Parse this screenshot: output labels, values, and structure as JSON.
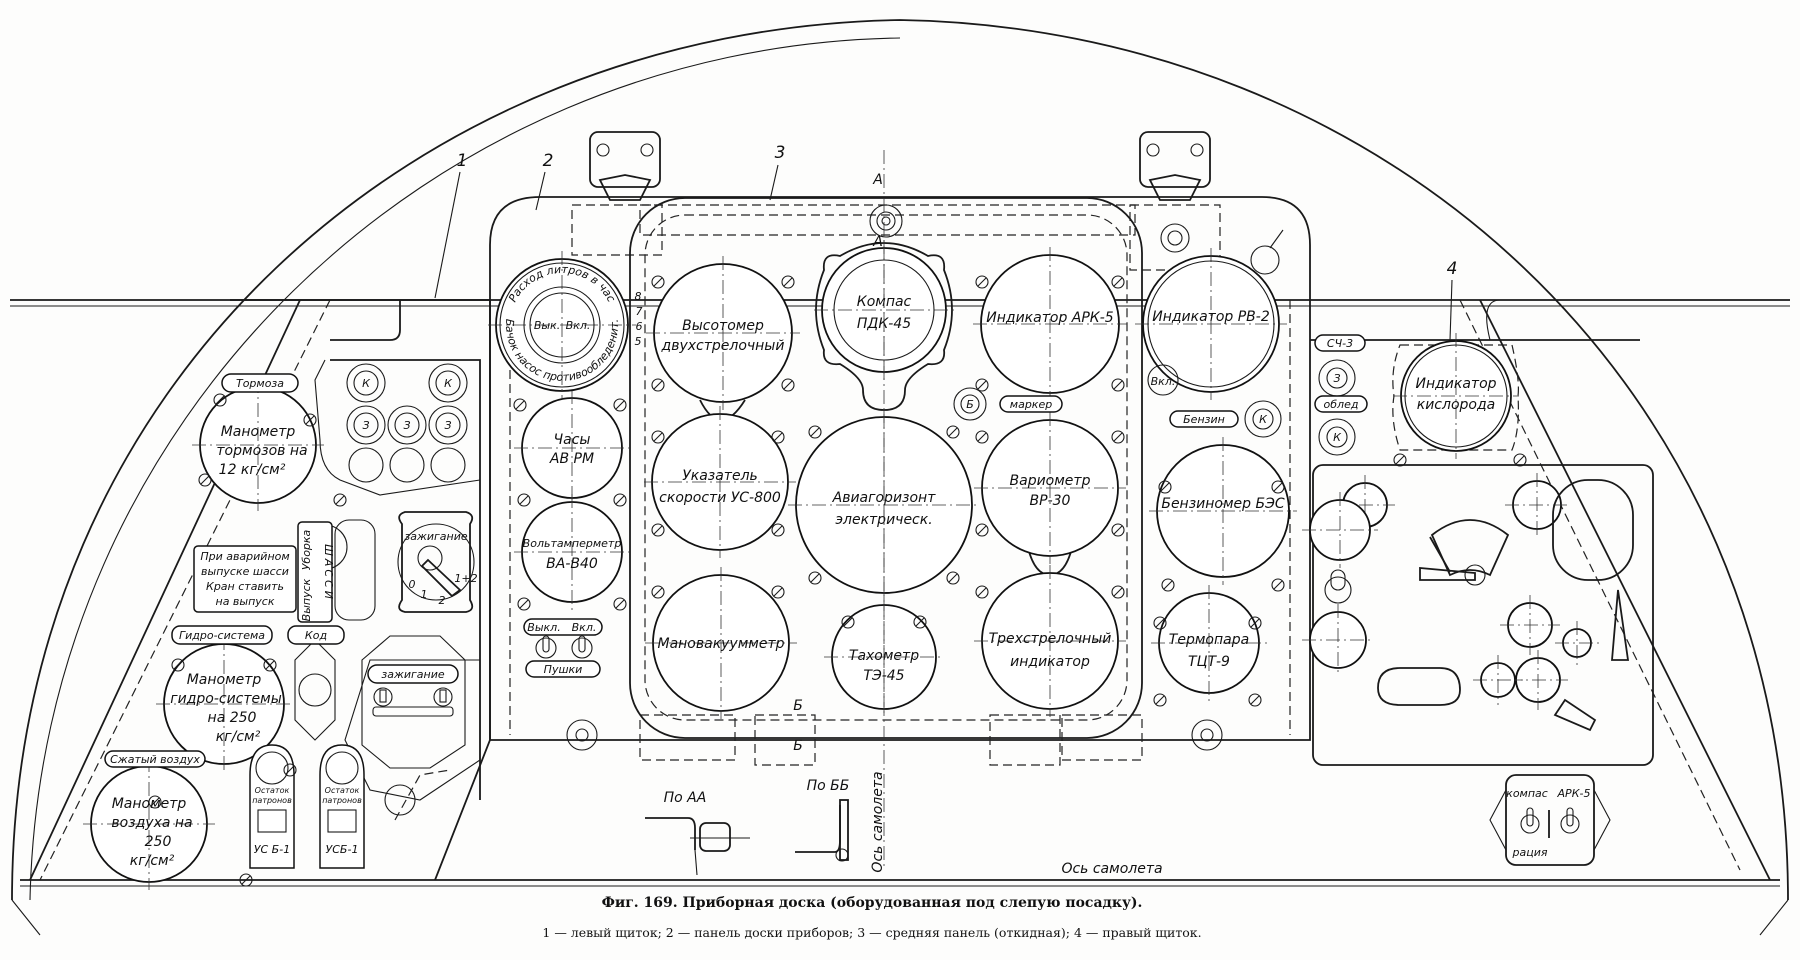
{
  "figure": {
    "caption": "Фиг. 169. Приборная доска (оборудованная под слепую посадку).",
    "legend": "1 — левый щиток; 2 — панель доски приборов; 3 — средняя панель (откидная); 4 — правый щиток."
  },
  "callouts": {
    "left_panel": "1",
    "instrument_panel": "2",
    "middle_panel": "3",
    "right_panel": "4"
  },
  "sections": {
    "a_top": "А",
    "a_bottom": "А",
    "b_top": "Б",
    "b_bottom": "Б",
    "view_aa": "По АА",
    "view_bb": "По ББ"
  },
  "axes": {
    "vertical": "Ось самолета",
    "horizontal": "Ось самолета"
  },
  "instruments": {
    "altimeter": {
      "line1": "Высотомер",
      "line2": "двухстрелочный"
    },
    "compass": {
      "line1": "Компас",
      "line2": "ПДК-45"
    },
    "ark5": {
      "line1": "Индикатор АРК-5"
    },
    "rv2": {
      "line1": "Индикатор РВ-2"
    },
    "clock": {
      "line1": "Часы",
      "line2": "АВ РМ"
    },
    "voltammeter": {
      "line1": "Вольтамперметр",
      "line2": "ВА-В40"
    },
    "airspeed": {
      "line1": "Указатель",
      "line2": "скорости УС-800"
    },
    "horizon": {
      "line1": "Авиагоризонт",
      "line2": "электрическ."
    },
    "variometer": {
      "line1": "Вариометр",
      "line2": "ВР-30"
    },
    "fuel_gauge": {
      "line1": "Бензиномер БЭС"
    },
    "manifold": {
      "line1": "Мановакуумметр"
    },
    "tachometer": {
      "line1": "Тахометр",
      "line2": "ТЭ-45"
    },
    "three_needle": {
      "line1": "Трехстрелочный",
      "line2": "индикатор"
    },
    "thermocouple": {
      "line1": "Термопара",
      "line2": "ТЦТ-9"
    },
    "brake_gauge": {
      "line1": "Манометр",
      "line2": "тормозов на",
      "line3": "12 кг/см²"
    },
    "hydro_gauge": {
      "line1": "Манометр",
      "line2": "гидро-системы",
      "line3": "на 250",
      "line4": "кг/см²"
    },
    "air_gauge": {
      "line1": "Манометр",
      "line2": "воздуха на",
      "line3": "250",
      "line4": "кг/см²"
    },
    "oxygen": {
      "line1": "Индикатор",
      "line2": "кислорода"
    },
    "deicer": {
      "ring_top": "Расход литров в час",
      "ring_bottom": "Бачок насос противообледенит.",
      "off": "Вык.",
      "on": "Вкл.",
      "scale": [
        "8",
        "7",
        "6",
        "5"
      ]
    },
    "ignition_dial": {
      "label": "зажигание",
      "positions": [
        "0",
        "1",
        "2",
        "1+2"
      ]
    }
  },
  "plates": {
    "brakes": "Тормоза",
    "emergency_1": "При аварийном",
    "emergency_2": "выпуске шасси",
    "emergency_3": "Кран ставить",
    "emergency_4": "на выпуск",
    "gear_release": "Выпуск",
    "gear_retract": "Уборка",
    "gear": "ШАССИ",
    "hydro": "Гидро-система",
    "code": "Код",
    "ignition": "зажигание",
    "compressed_air": "Сжатый воздух",
    "ammo_1": "Остаток патронов",
    "ammo_1_id": "УС Б-1",
    "ammo_2": "Остаток патронов",
    "ammo_2_id": "УСБ-1",
    "guns_off": "Выкл.",
    "guns_on": "Вкл.",
    "guns": "Пушки",
    "marker": "маркер",
    "petrol": "Бензин",
    "sch3": "СЧ-3",
    "icing": "облед",
    "rv2_switch": "Вкл.",
    "radio_compass": "компас",
    "radio_ark5": "АРК-5",
    "radio": "рация",
    "button_k": "К",
    "button_z": "З",
    "button_b": "Б"
  }
}
